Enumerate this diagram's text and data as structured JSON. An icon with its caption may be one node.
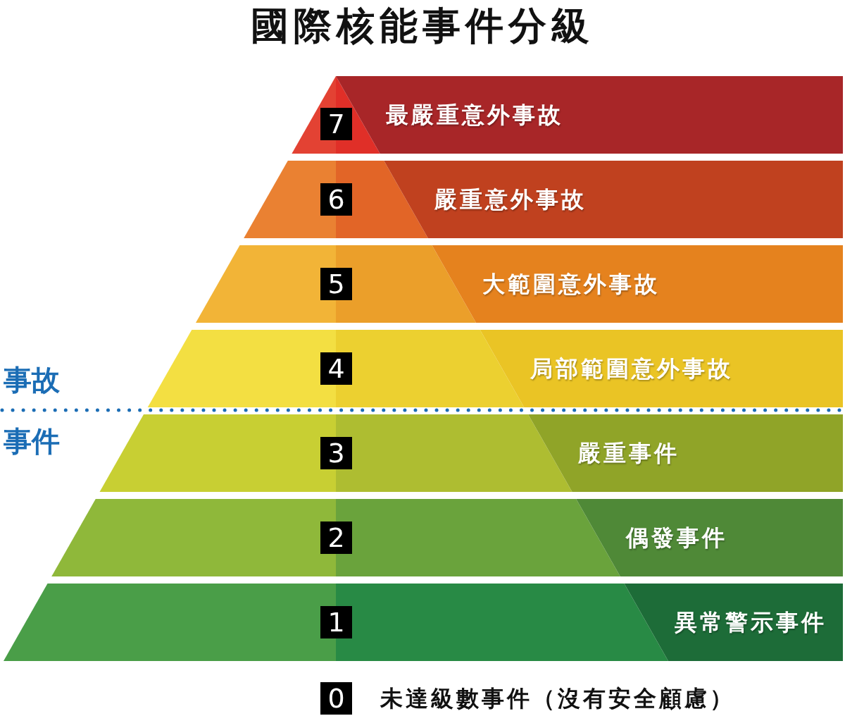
{
  "diagram": {
    "title": "國際核能事件分級",
    "nodes": [
      {
        "text": [
          "最嚴重意外事故"
        ]
      },
      {
        "text": [
          "7"
        ],
        "in": 0
      },
      {
        "text": [
          "嚴重意外事故"
        ]
      },
      {
        "text": [
          "6"
        ],
        "in": 2
      },
      {
        "text": [
          "大範圍意外事故"
        ]
      },
      {
        "text": [
          "5"
        ],
        "in": 4
      },
      {
        "text": [
          "局部範圍意外事故"
        ]
      },
      {
        "text": [
          "4"
        ],
        "in": 6
      },
      {
        "text": [
          "嚴重事件"
        ]
      },
      {
        "text": [
          "3"
        ],
        "in": 8
      },
      {
        "text": [
          "偶發事件"
        ]
      },
      {
        "text": [
          "2"
        ],
        "in": 10
      },
      {
        "text": [
          "異常警示事件"
        ]
      },
      {
        "text": [
          "1"
        ],
        "in": 12
      },
      {
        "text": [
          "0"
        ],
        "beside": [
          "未達級數事件（沒有安全顧慮）"
        ]
      }
    ],
    "labels": [
      "事故",
      "事件"
    ]
  }
}
